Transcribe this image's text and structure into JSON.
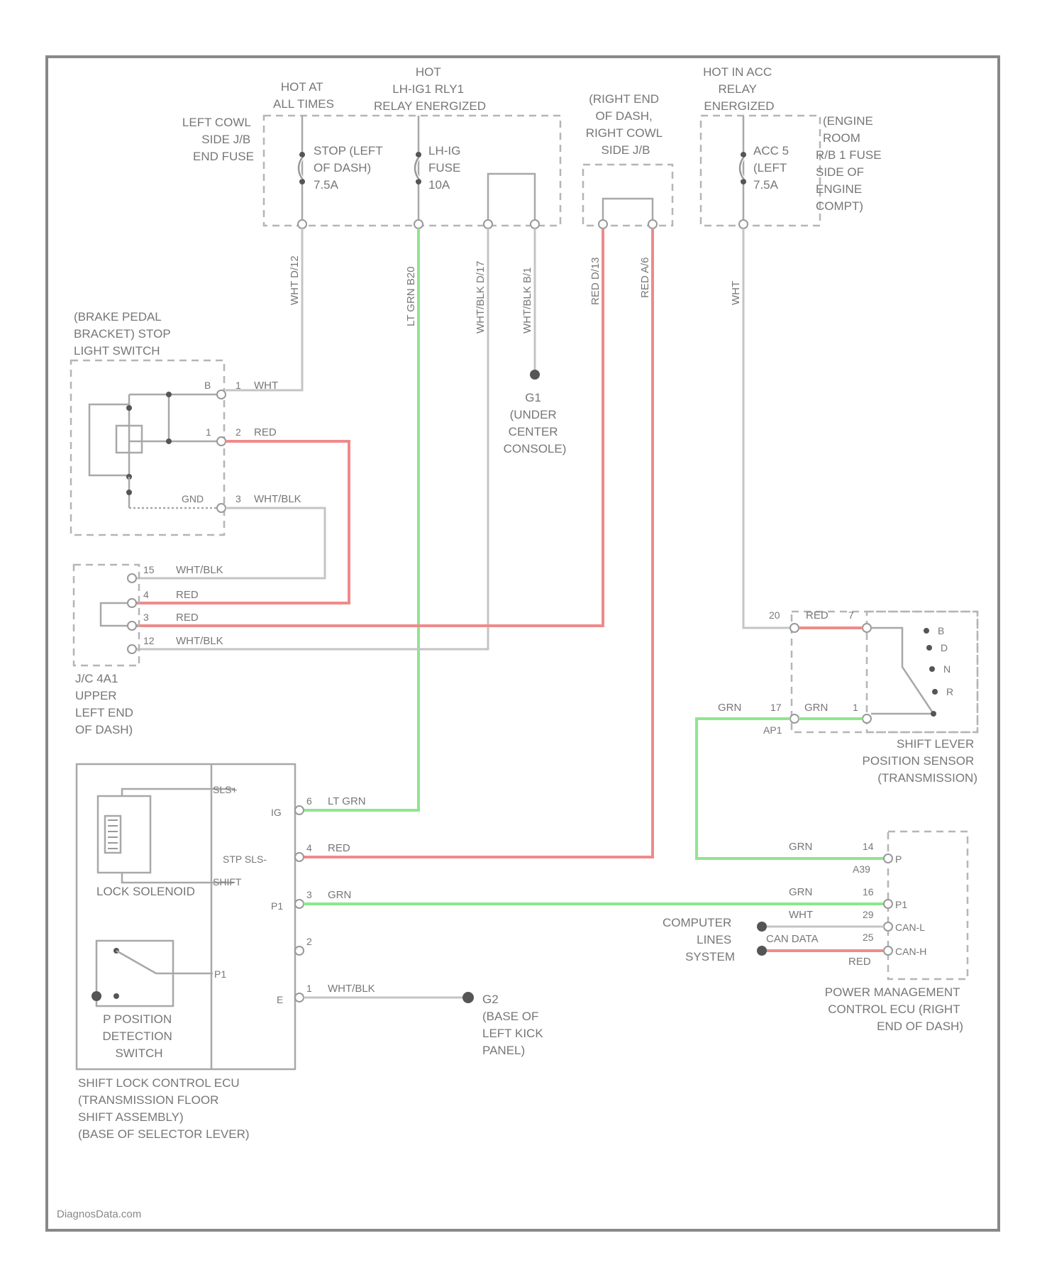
{
  "colors": {
    "green_wire": "#8ee68e",
    "red_wire": "#ef8a8a",
    "gray_wire": "#c4c4c4",
    "frame": "#888888"
  },
  "watermark": "DiagnosData.com",
  "power": {
    "hot_at_all_times": [
      "HOT AT",
      "ALL TIMES"
    ],
    "hot_lh_ig_relay": [
      "HOT",
      "LH-IG1 RLY1",
      "RELAY ENERGIZED"
    ],
    "hot_in_acc": [
      "HOT IN ACC",
      "RELAY",
      "ENERGIZED"
    ],
    "left_cowl_jb": [
      "LEFT COWL",
      "SIDE J/B",
      "END FUSE"
    ],
    "stop_fuse": [
      "STOP (LEFT",
      "OF DASH)",
      "7.5A"
    ],
    "lh_ig_fuse": [
      "LH-IG",
      "FUSE",
      "10A"
    ],
    "right_cowl_jb": [
      "(RIGHT END",
      "OF DASH,",
      "RIGHT COWL",
      "SIDE J/B"
    ],
    "acc_fuse": [
      "ACC 5",
      "(LEFT",
      "7.5A"
    ],
    "engine_room_rb": [
      "(ENGINE",
      "ROOM",
      "R/B 1 FUSE",
      "SIDE OF",
      "ENGINE",
      "COMPT)"
    ]
  },
  "wires": {
    "v1": "WHT  D/12",
    "v2": "LT GRN  B20",
    "v3": "WHT/BLK  D/17",
    "v4": "WHT/BLK  B/1",
    "v5": "RED  D/13",
    "v6": "RED  A/6",
    "v7": "WHT"
  },
  "ground_g1": [
    "G1",
    "(UNDER",
    "CENTER",
    "CONSOLE)"
  ],
  "stop_switch": {
    "title": [
      "(BRAKE PEDAL",
      "BRACKET) STOP",
      "LIGHT SWITCH"
    ],
    "pins": [
      {
        "num": "B",
        "pin": "1",
        "wire": "WHT"
      },
      {
        "num": "1",
        "pin": "2",
        "wire": "RED"
      },
      {
        "num": "GND",
        "pin": "3",
        "wire": "WHT/BLK"
      }
    ]
  },
  "jc_connector": {
    "title": [
      "J/C 4A1",
      "UPPER",
      "LEFT END",
      "OF DASH)"
    ],
    "pins": [
      {
        "pin": "15",
        "wire": "WHT/BLK"
      },
      {
        "pin": "4",
        "wire": "RED"
      },
      {
        "pin": "3",
        "wire": "RED"
      },
      {
        "pin": "12",
        "wire": "WHT/BLK"
      }
    ]
  },
  "shift_sensor": {
    "title": [
      "SHIFT LEVER",
      "POSITION SENSOR",
      "(TRANSMISSION)"
    ],
    "positions": [
      "B",
      "D",
      "N",
      "R"
    ],
    "pin_top": {
      "left": "20",
      "wire": "RED",
      "right": "7"
    },
    "pin_bot": {
      "left": "17",
      "wire": "GRN",
      "right": "1",
      "wire_left": "GRN",
      "code": "AP1"
    }
  },
  "ecu": {
    "title": [
      "SHIFT LOCK CONTROL ECU",
      "(TRANSMISSION FLOOR",
      "SHIFT ASSEMBLY)",
      "(BASE OF SELECTOR LEVER)"
    ],
    "solenoid_label": "LOCK SOLENOID",
    "switch_label": [
      "P POSITION",
      "DETECTION",
      "SWITCH"
    ],
    "internal": {
      "slsp": "SLS+",
      "slsm": "SHIFT",
      "p1": "P1"
    },
    "pins": [
      {
        "term": "IG",
        "pin": "6",
        "wire": "LT GRN"
      },
      {
        "term": "STP SLS-",
        "pin": "4",
        "wire": "RED"
      },
      {
        "term": "P1",
        "pin": "3",
        "wire": "GRN"
      },
      {
        "term": "",
        "pin": "2",
        "wire": ""
      },
      {
        "term": "E",
        "pin": "1",
        "wire": "WHT/BLK"
      }
    ]
  },
  "ground_g2": [
    "G2",
    "(BASE OF",
    "LEFT KICK",
    "PANEL)"
  ],
  "pm_ecu": {
    "title": [
      "POWER MANAGEMENT",
      "CONTROL ECU (RIGHT",
      "END OF DASH)"
    ],
    "pins": [
      {
        "pin": "14",
        "term": "P",
        "wire": "GRN",
        "code": "A39"
      },
      {
        "pin": "16",
        "term": "P1",
        "wire": "GRN"
      },
      {
        "pin": "29",
        "term": "CAN-L",
        "wire": "WHT"
      },
      {
        "pin": "25",
        "term": "CAN-H",
        "wire": "RED"
      }
    ],
    "data_label": [
      "COMPUTER",
      "LINES",
      "SYSTEM"
    ],
    "can_data": "CAN DATA"
  }
}
